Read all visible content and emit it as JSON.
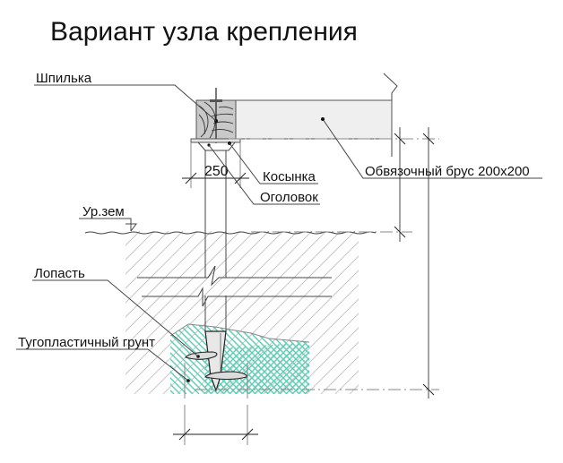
{
  "title": "Вариант узла крепления",
  "labels": {
    "stud": "Шпилька",
    "gusset": "Косынка",
    "pile_cap": "Оголовок",
    "beam": "Обвязочный брус 200x200",
    "ground_level": "Ур.зем",
    "blade": "Лопасть",
    "soil": "Тугопластичный грунт"
  },
  "dimensions": {
    "cap_width": "250"
  },
  "colors": {
    "soil_hatch": "#5ecdb6",
    "earth_hatch": "#c8c8c8",
    "beam_fill": "#efefef",
    "wood_fill": "#c9c9c9"
  }
}
